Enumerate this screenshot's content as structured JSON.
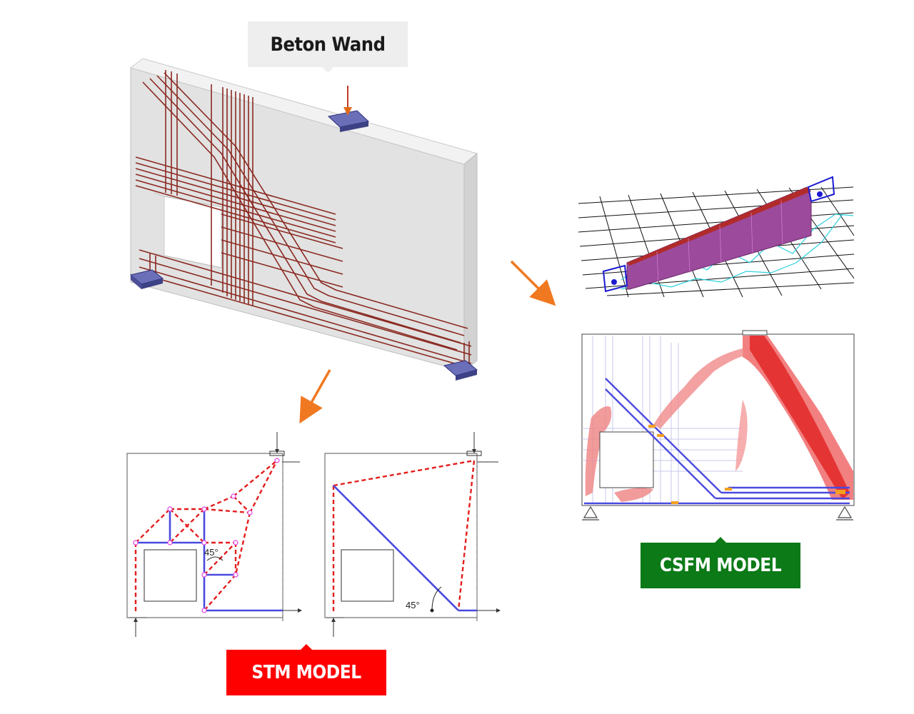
{
  "labels": {
    "wall": "Beton Wand",
    "stm": "STM MODEL",
    "csfm": "CSFM MODEL"
  },
  "annotations": {
    "angle_left": "45°",
    "angle_right": "45°"
  },
  "colors": {
    "arrow": "#f07820",
    "rebar": "#8b2a22",
    "strut_blue": "#4a4ae0",
    "tie_red": "#e41e1e",
    "stm_label_bg": "#ff0000",
    "csfm_label_bg": "#0b7a17",
    "wall_label_bg": "#eeeeee"
  }
}
